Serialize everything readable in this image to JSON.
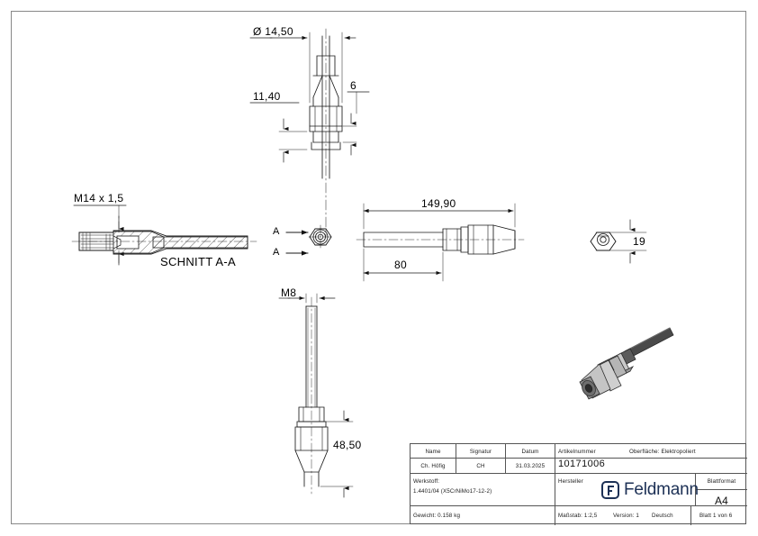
{
  "document": {
    "type": "technical-drawing",
    "sheet_format": "A4",
    "orientation": "landscape"
  },
  "views": {
    "section_view": {
      "label": "SCHNITT A-A",
      "thread_dimension": "M14 x 1,5"
    },
    "top_view": {
      "diameter": "Ø 14,50",
      "dim_left": "11,40",
      "dim_right": "6"
    },
    "section_markers": {
      "upper": "A",
      "lower": "A"
    },
    "middle_view": {
      "overall_length": "149,90",
      "partial_length": "80"
    },
    "hex_view": {
      "across_flats": "19"
    },
    "bottom_view": {
      "thread": "M8",
      "length": "48,50"
    }
  },
  "title_block": {
    "headers": {
      "name": "Name",
      "signature": "Signatur",
      "date": "Datum",
      "article_number": "Artikelnummer",
      "surface": "Oberfläche:  Elektropoliert",
      "material": "Werkstoff:",
      "manufacturer": "Hersteller",
      "sheet_format": "Blattformat"
    },
    "values": {
      "name": "Ch. Höfig",
      "signature": "CH",
      "date": "31.03.2025",
      "article_number": "10171006",
      "material": "1.4401/04 (X5CrNiMo17-12-2)",
      "weight": "Gewicht: 0.158 kg",
      "scale": "Maßstab: 1:2,5",
      "version": "Version: 1",
      "language": "Deutsch",
      "sheet": "Blatt 1 von 6",
      "sheet_format": "A4"
    },
    "brand": {
      "name": "Feldmann",
      "logo_letter": "F",
      "color": "#1c3055"
    }
  },
  "colors": {
    "line": "#1a1a1a",
    "frame": "#888888",
    "brand": "#1c3055",
    "background": "#ffffff"
  }
}
